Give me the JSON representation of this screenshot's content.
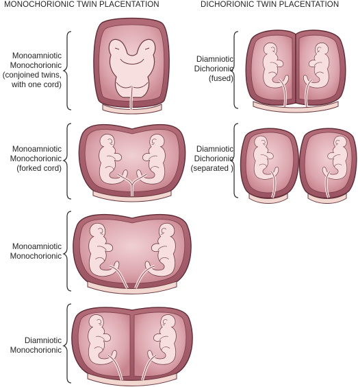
{
  "headings": {
    "left": "MONOCHORIONIC TWIN PLACENTATION",
    "right": "DICHORIONIC TWIN PLACENTATION"
  },
  "panels": [
    {
      "lines": [
        "Monoamniotic",
        "Monochorionic",
        "(conjoined twins,",
        "with one cord)"
      ]
    },
    {
      "lines": [
        "Monoamniotic",
        "Monochorionic",
        "(forked cord)"
      ]
    },
    {
      "lines": [
        "Monoamniotic",
        "Monochorionic"
      ]
    },
    {
      "lines": [
        "Diamniotic",
        "Monochorionic"
      ]
    },
    {
      "lines": [
        "Diamniotic",
        "Dichorionic",
        "(fused)"
      ]
    },
    {
      "lines": [
        "Diamniotic",
        "Dichorionic",
        "(separated )"
      ]
    }
  ],
  "colors": {
    "membrane": "#a8606e",
    "membrane_outline": "#5e2a34",
    "cavity": "#d59aa3",
    "cavity_light": "#edc9ce",
    "fetus": "#f6dcdc",
    "fetus_outline": "#6a3a40",
    "placenta": "#f2d6d0",
    "bracket": "#333333"
  }
}
